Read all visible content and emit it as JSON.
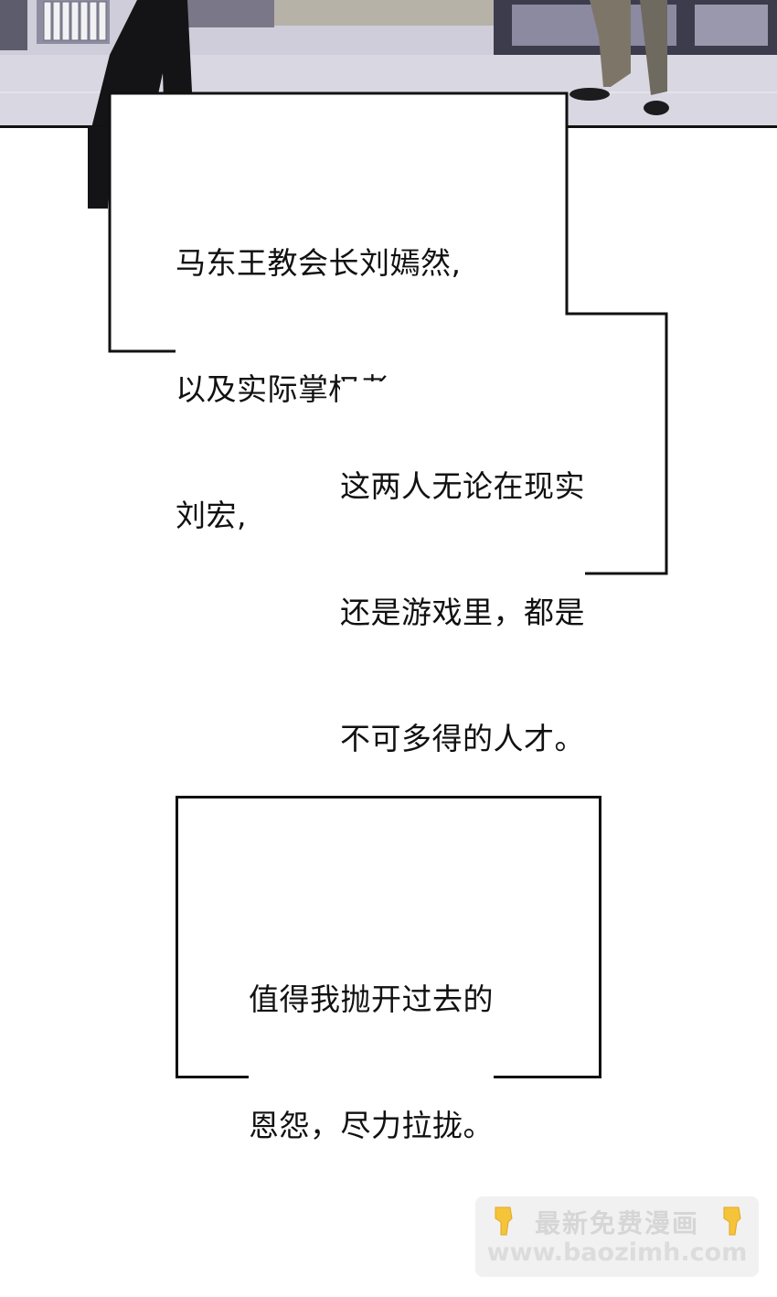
{
  "captions": [
    {
      "lines": [
        "马东王教会长刘嫣然,",
        "以及实际掌权者",
        "刘宏,"
      ]
    },
    {
      "lines": [
        "这两人无论在现实",
        "还是游戏里，都是",
        "不可多得的人才。"
      ]
    },
    {
      "lines": [
        "值得我抛开过去的",
        "恩怨，尽力拉拢。"
      ]
    }
  ],
  "watermark": {
    "line1": "最新免费漫画",
    "line2": "www.baozimh.com",
    "icon": "pointing-down-hand-icon"
  },
  "colors": {
    "ink": "#111111",
    "floor": "#c9c7d6",
    "wall_dark": "#3b3a4a"
  }
}
